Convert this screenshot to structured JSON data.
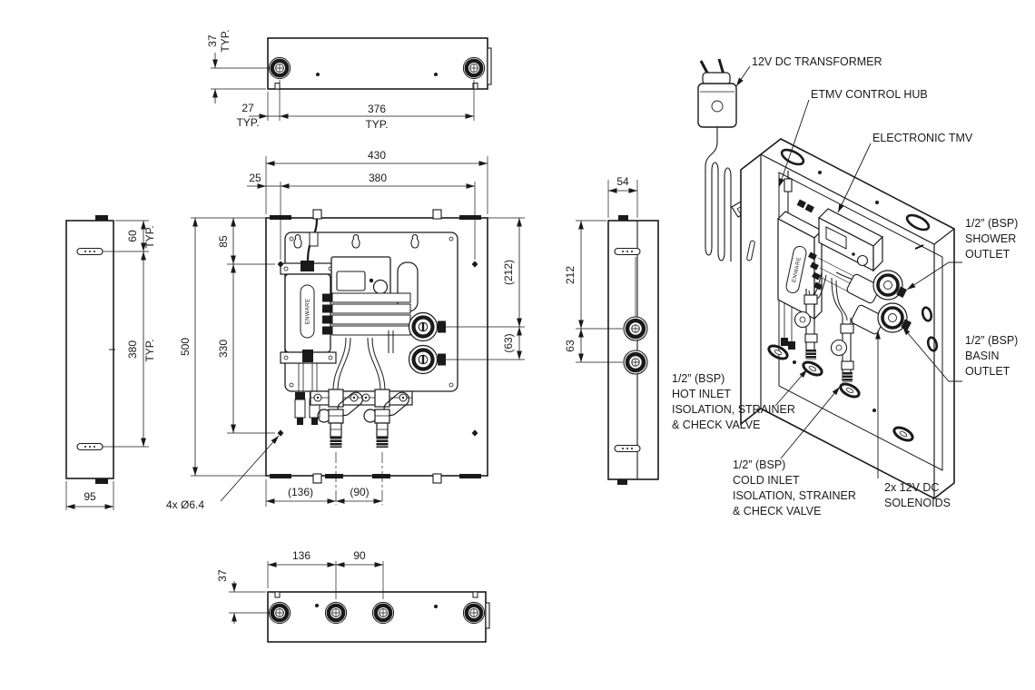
{
  "title": "ETMV enclosure technical drawing",
  "colors": {
    "line": "#1a1a1a",
    "background": "#ffffff"
  },
  "views": {
    "top": {
      "dims": {
        "offset_v": "37",
        "offset_v_suffix": "TYP.",
        "offset_h": "27",
        "offset_h_suffix": "TYP.",
        "hole_spacing": "376",
        "hole_spacing_suffix": "TYP."
      }
    },
    "front": {
      "logo": "ENWARE",
      "dims": {
        "width": "430",
        "mount_width": "380",
        "mount_offset": "25",
        "mount_top": "85",
        "mount_height": "330",
        "height": "500",
        "outlet_top": "(212)",
        "outlet_spacing": "(63)",
        "inlet_offset": "(136)",
        "inlet_spacing": "(90)",
        "mount_holes": "4x Ø6.4"
      }
    },
    "left": {
      "dims": {
        "slot_top": "60",
        "slot_top_suffix": "TYP.",
        "slot_spacing": "380",
        "slot_spacing_suffix": "TYP.",
        "depth": "95"
      }
    },
    "right": {
      "dims": {
        "depth": "54",
        "inlet_top": "212",
        "inlet_spacing": "63"
      }
    },
    "bottom": {
      "dims": {
        "inlet_offset": "136",
        "inlet_spacing": "90",
        "hole_offset": "37"
      }
    }
  },
  "iso": {
    "labels": {
      "transformer": "12V DC TRANSFORMER",
      "control_hub": "ETMV CONTROL HUB",
      "tmv": "ELECTRONIC TMV",
      "shower_outlet": [
        "1/2” (BSP)",
        "SHOWER",
        "OUTLET"
      ],
      "basin_outlet": [
        "1/2” (BSP)",
        "BASIN",
        "OUTLET"
      ],
      "hot_inlet": [
        "1/2” (BSP)",
        "HOT INLET",
        "ISOLATION, STRAINER",
        "& CHECK VALVE"
      ],
      "cold_inlet": [
        "1/2” (BSP)",
        "COLD INLET",
        "ISOLATION, STRAINER",
        "& CHECK VALVE"
      ],
      "solenoids": [
        "2x 12V DC",
        "SOLENOIDS"
      ]
    }
  }
}
